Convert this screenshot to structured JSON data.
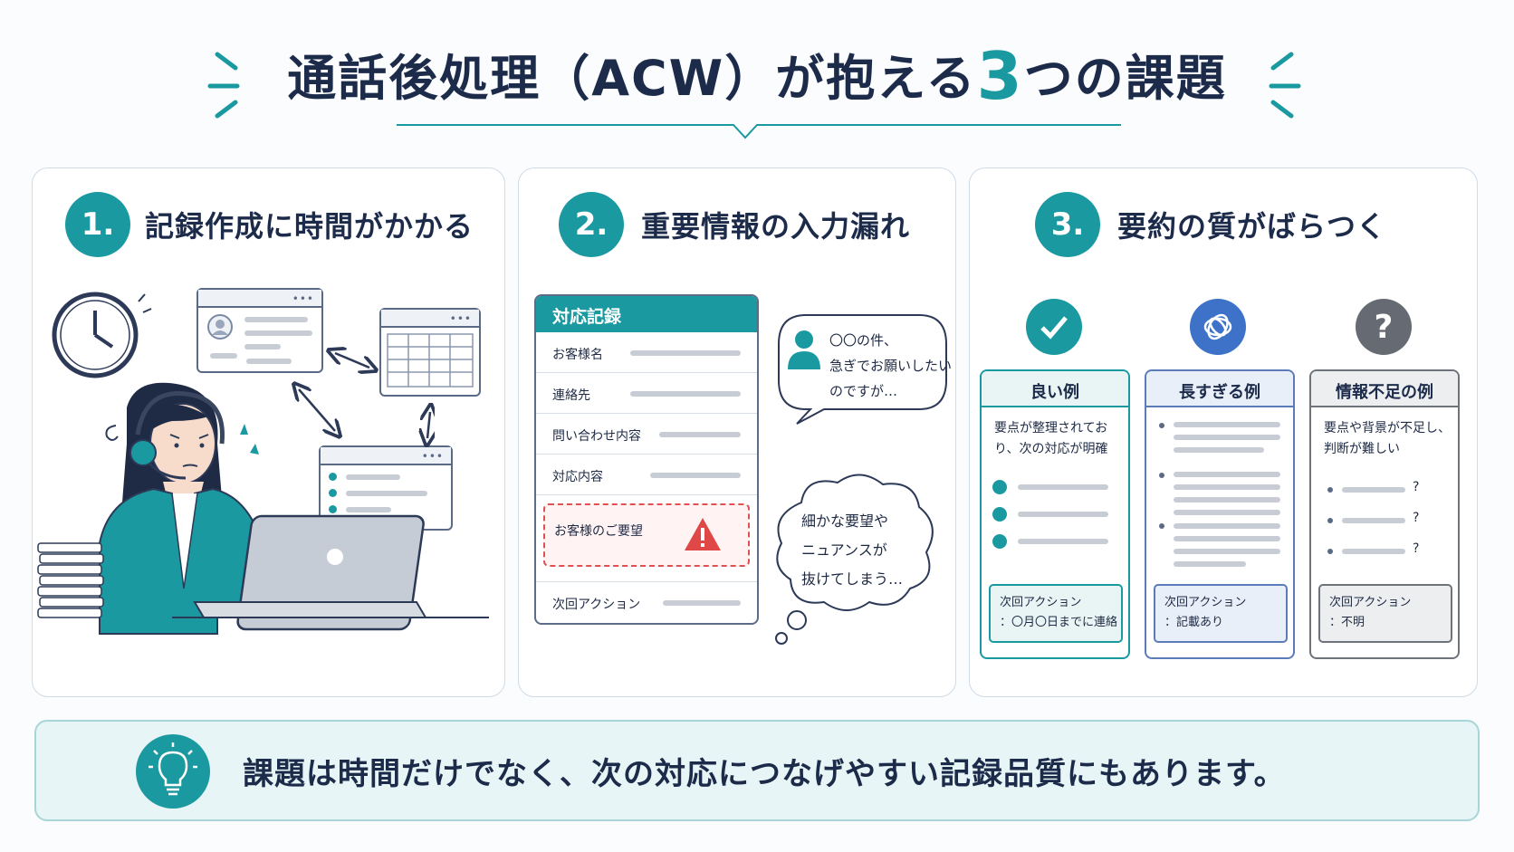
{
  "title": {
    "pre": "通話後処理（ACW）が抱える",
    "num": "3",
    "post": "つの課題"
  },
  "cards": [
    {
      "num": "1.",
      "title": "記録作成に時間がかかる"
    },
    {
      "num": "2.",
      "title": "重要情報の入力漏れ"
    },
    {
      "num": "3.",
      "title": "要約の質がばらつく"
    }
  ],
  "form": {
    "header": "対応記録",
    "rows": [
      "お客様名",
      "連絡先",
      "問い合わせ内容",
      "対応内容"
    ],
    "warning_row": "お客様のご要望",
    "last_row": "次回アクション"
  },
  "speech_bubble": [
    "〇〇の件、",
    "急ぎでお願いしたい",
    "のですが…"
  ],
  "thought_bubble": [
    "細かな要望や",
    "ニュアンスが",
    "抜けてしまう…"
  ],
  "examples": [
    {
      "title": "良い例",
      "desc": "要点が整理されており、次の対応が明確",
      "action": [
        "次回アクション",
        "：〇月〇日までに連絡"
      ],
      "color": "#1a9aa0",
      "bg": "#e8f5f4"
    },
    {
      "title": "長すぎる例",
      "desc": "",
      "action": [
        "次回アクション",
        "：記載あり"
      ],
      "color": "#5b7cb8",
      "bg": "#e9eff9"
    },
    {
      "title": "情報不足の例",
      "desc": "要点や背景が不足し、判断が難しい",
      "action": [
        "次回アクション",
        "：不明"
      ],
      "color": "#6e737a",
      "bg": "#eceef0"
    }
  ],
  "question_marks": [
    "?",
    "?",
    "?"
  ],
  "banner": "課題は時間だけでなく、次の対応につなげやすい記録品質にもあります。"
}
